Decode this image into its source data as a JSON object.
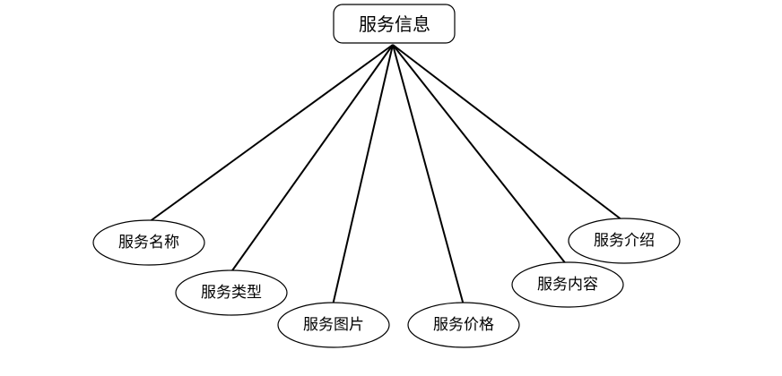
{
  "entity": {
    "label": "服务信息"
  },
  "attributes": [
    {
      "label": "服务名称"
    },
    {
      "label": "服务类型"
    },
    {
      "label": "服务图片"
    },
    {
      "label": "服务价格"
    },
    {
      "label": "服务内容"
    },
    {
      "label": "服务介绍"
    }
  ],
  "colors": {
    "stroke": "#000000",
    "fill": "#ffffff"
  }
}
